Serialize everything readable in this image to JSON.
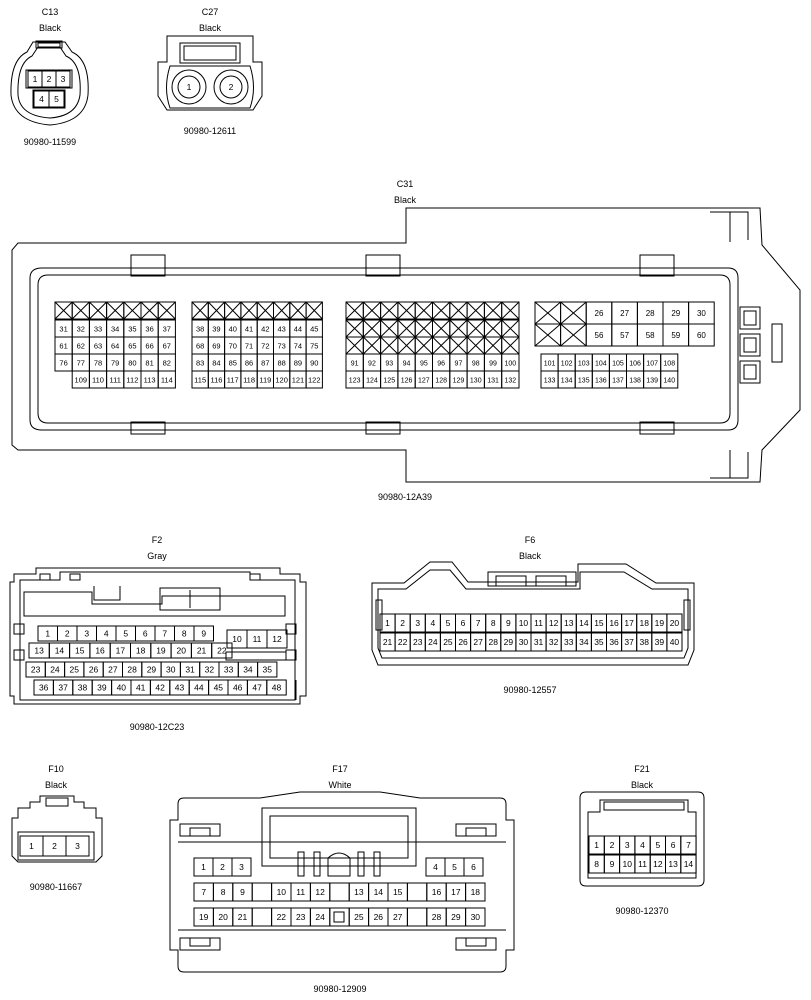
{
  "connectors": {
    "c13": {
      "code": "C13",
      "color": "Black",
      "part": "90980-11599",
      "pins": [
        "1",
        "2",
        "3",
        "4",
        "5"
      ]
    },
    "c27": {
      "code": "C27",
      "color": "Black",
      "part": "90980-12611",
      "pins": [
        "1",
        "2"
      ]
    },
    "c31": {
      "code": "C31",
      "color": "Black",
      "part": "90980-12A39",
      "block_a": [
        [
          "",
          "",
          "",
          "",
          "",
          "",
          ""
        ],
        [
          "31",
          "32",
          "33",
          "34",
          "35",
          "36",
          "37"
        ],
        [
          "61",
          "62",
          "63",
          "64",
          "65",
          "66",
          "67"
        ],
        [
          "76",
          "77",
          "78",
          "79",
          "80",
          "81",
          "82"
        ],
        [
          "",
          "109",
          "110",
          "111",
          "112",
          "113",
          "114"
        ]
      ],
      "block_b": [
        [
          "",
          "",
          "",
          "",
          "",
          "",
          "",
          ""
        ],
        [
          "38",
          "39",
          "40",
          "41",
          "42",
          "43",
          "44",
          "45"
        ],
        [
          "68",
          "69",
          "70",
          "71",
          "72",
          "73",
          "74",
          "75"
        ],
        [
          "83",
          "84",
          "85",
          "86",
          "87",
          "88",
          "89",
          "90"
        ],
        [
          "115",
          "116",
          "117",
          "118",
          "119",
          "120",
          "121",
          "122"
        ]
      ],
      "block_c": [
        [
          "",
          "",
          "",
          "",
          "",
          "",
          "",
          "",
          "",
          ""
        ],
        [
          "",
          "",
          "",
          "",
          "",
          "",
          "",
          "",
          "",
          ""
        ],
        [
          "",
          "",
          "",
          "",
          "",
          "",
          "",
          "",
          "",
          ""
        ],
        [
          "91",
          "92",
          "93",
          "94",
          "95",
          "96",
          "97",
          "98",
          "99",
          "100"
        ],
        [
          "123",
          "124",
          "125",
          "126",
          "127",
          "128",
          "129",
          "130",
          "131",
          "132"
        ]
      ],
      "block_d": [
        [
          "",
          "",
          "26",
          "27",
          "28",
          "29",
          "30"
        ],
        [
          "",
          "",
          "56",
          "57",
          "58",
          "59",
          "60"
        ],
        [
          "",
          "",
          "",
          "",
          "",
          "",
          ""
        ],
        [
          "101",
          "102",
          "103",
          "104",
          "105",
          "106",
          "107",
          "108"
        ],
        [
          "133",
          "134",
          "135",
          "136",
          "137",
          "138",
          "139",
          "140"
        ]
      ]
    },
    "f2": {
      "code": "F2",
      "color": "Gray",
      "part": "90980-12C23",
      "row1": [
        "1",
        "2",
        "3",
        "4",
        "5",
        "6",
        "7",
        "8",
        "9"
      ],
      "row1b": [
        "10",
        "11",
        "12"
      ],
      "row2": [
        "13",
        "14",
        "15",
        "16",
        "17",
        "18",
        "19",
        "20",
        "21",
        "22"
      ],
      "row3": [
        "23",
        "24",
        "25",
        "26",
        "27",
        "28",
        "29",
        "30",
        "31",
        "32",
        "33",
        "34",
        "35"
      ],
      "row4": [
        "36",
        "37",
        "38",
        "39",
        "40",
        "41",
        "42",
        "43",
        "44",
        "45",
        "46",
        "47",
        "48"
      ]
    },
    "f6": {
      "code": "F6",
      "color": "Black",
      "part": "90980-12557",
      "row1": [
        "1",
        "2",
        "3",
        "4",
        "5",
        "6",
        "7",
        "8",
        "9",
        "10",
        "11",
        "12",
        "13",
        "14",
        "15",
        "16",
        "17",
        "18",
        "19",
        "20"
      ],
      "row2": [
        "21",
        "22",
        "23",
        "24",
        "25",
        "26",
        "27",
        "28",
        "29",
        "30",
        "31",
        "32",
        "33",
        "34",
        "35",
        "36",
        "37",
        "38",
        "39",
        "40"
      ]
    },
    "f10": {
      "code": "F10",
      "color": "Black",
      "part": "90980-11667",
      "pins": [
        "1",
        "2",
        "3"
      ]
    },
    "f17": {
      "code": "F17",
      "color": "White",
      "part": "90980-12909",
      "row1_left": [
        "1",
        "2",
        "3"
      ],
      "row1_right": [
        "4",
        "5",
        "6"
      ],
      "row2": [
        "7",
        "8",
        "9",
        "",
        "10",
        "11",
        "12",
        "",
        "13",
        "14",
        "15",
        "",
        "16",
        "17",
        "18"
      ],
      "row3": [
        "19",
        "20",
        "21",
        "",
        "22",
        "23",
        "24",
        "",
        "25",
        "26",
        "27",
        "",
        "28",
        "29",
        "30"
      ]
    },
    "f21": {
      "code": "F21",
      "color": "Black",
      "part": "90980-12370",
      "row1": [
        "1",
        "2",
        "3",
        "4",
        "5",
        "6",
        "7"
      ],
      "row2": [
        "8",
        "9",
        "10",
        "11",
        "12",
        "13",
        "14"
      ]
    }
  }
}
